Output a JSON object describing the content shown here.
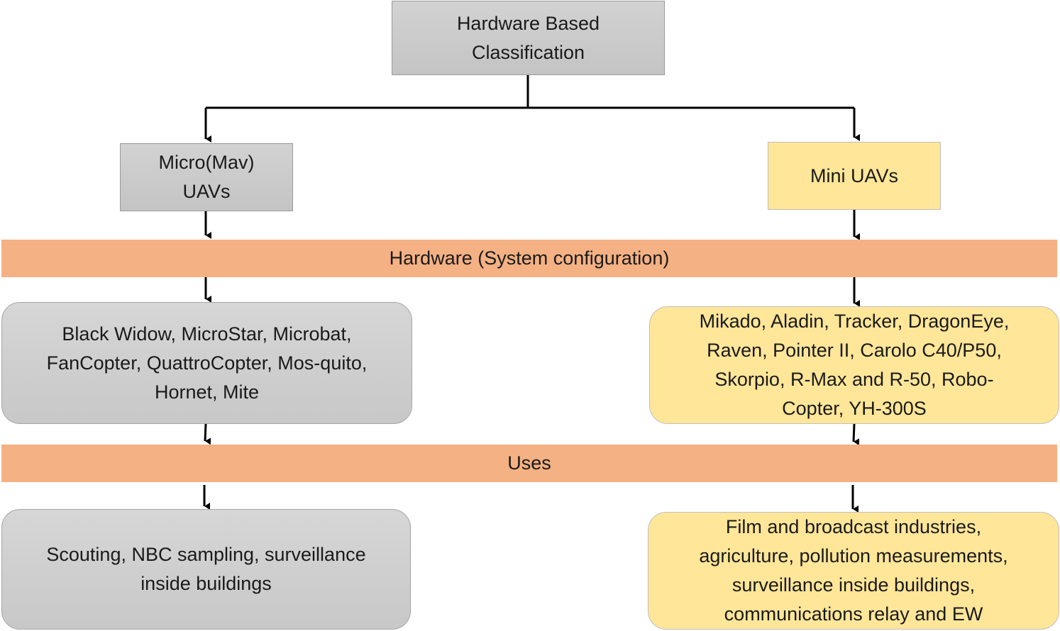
{
  "root": {
    "label": "Hardware Based\nClassification"
  },
  "categories": {
    "micro": {
      "label": "Micro(Mav)\nUAVs"
    },
    "mini": {
      "label": "Mini UAVs"
    }
  },
  "bands": {
    "hardware": "Hardware (System configuration)",
    "uses": "Uses"
  },
  "hardware_lists": {
    "micro": "Black Widow, MicroStar, Microbat,\nFanCopter, QuattroCopter, Mos-quito,\nHornet, Mite",
    "mini": "Mikado, Aladin, Tracker, DragonEye,\nRaven, Pointer II, Carolo C40/P50,\nSkorpio, R-Max and R-50, Robo-\nCopter, YH-300S"
  },
  "uses_lists": {
    "micro": "Scouting, NBC sampling, surveillance\ninside buildings",
    "mini": "Film and broadcast industries,\nagriculture, pollution measurements,\nsurveillance inside buildings,\ncommunications relay and EW"
  },
  "colors": {
    "gray_box": "#c9c9c9",
    "yellow_box": "#ffe699",
    "band": "#f4b183",
    "connector": "#000000"
  }
}
